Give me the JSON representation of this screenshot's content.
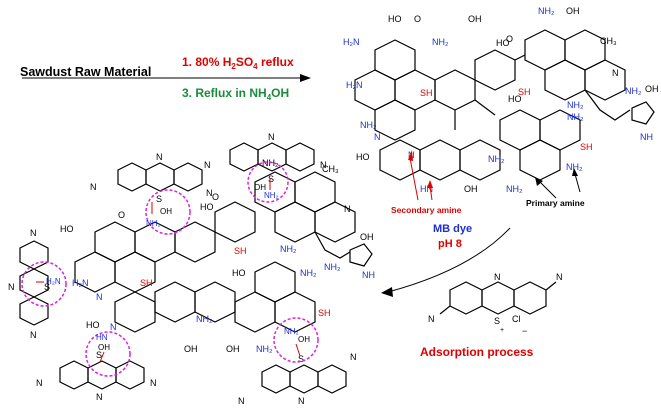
{
  "reaction": {
    "starting_material": "Sawdust Raw Material",
    "step1_label": "1. 80% H",
    "step1_sub": "2",
    "step1_mid": "SO",
    "step1_sub2": "4",
    "step1_tail": " reflux",
    "step3_label": "3. Reflux in NH",
    "step3_sub": "4",
    "step3_tail": "OH"
  },
  "annotations": {
    "secondary_amine": "Secondary amine",
    "primary_amine": "Primary amine",
    "mb_dye": "MB dye",
    "ph": "pH 8",
    "adsorption": "Adsorption process",
    "chloride": "Cl",
    "minus": "−",
    "plus": "+"
  },
  "atom_labels": {
    "nh2": "NH₂",
    "h2n": "H₂N",
    "oh": "OH",
    "ho": "HO",
    "o": "O",
    "sh": "SH",
    "nh": "NH",
    "hn": "HN",
    "n": "N",
    "s": "S",
    "ch3": "CH₃",
    "me2n": "N",
    "h2n_plus": "H₂N",
    "oh_minus": "OH"
  },
  "colors": {
    "red": "#e00000",
    "blue": "#1f2fd0",
    "green": "#1a8c3c",
    "magenta": "#e020e0",
    "black": "#000000"
  }
}
